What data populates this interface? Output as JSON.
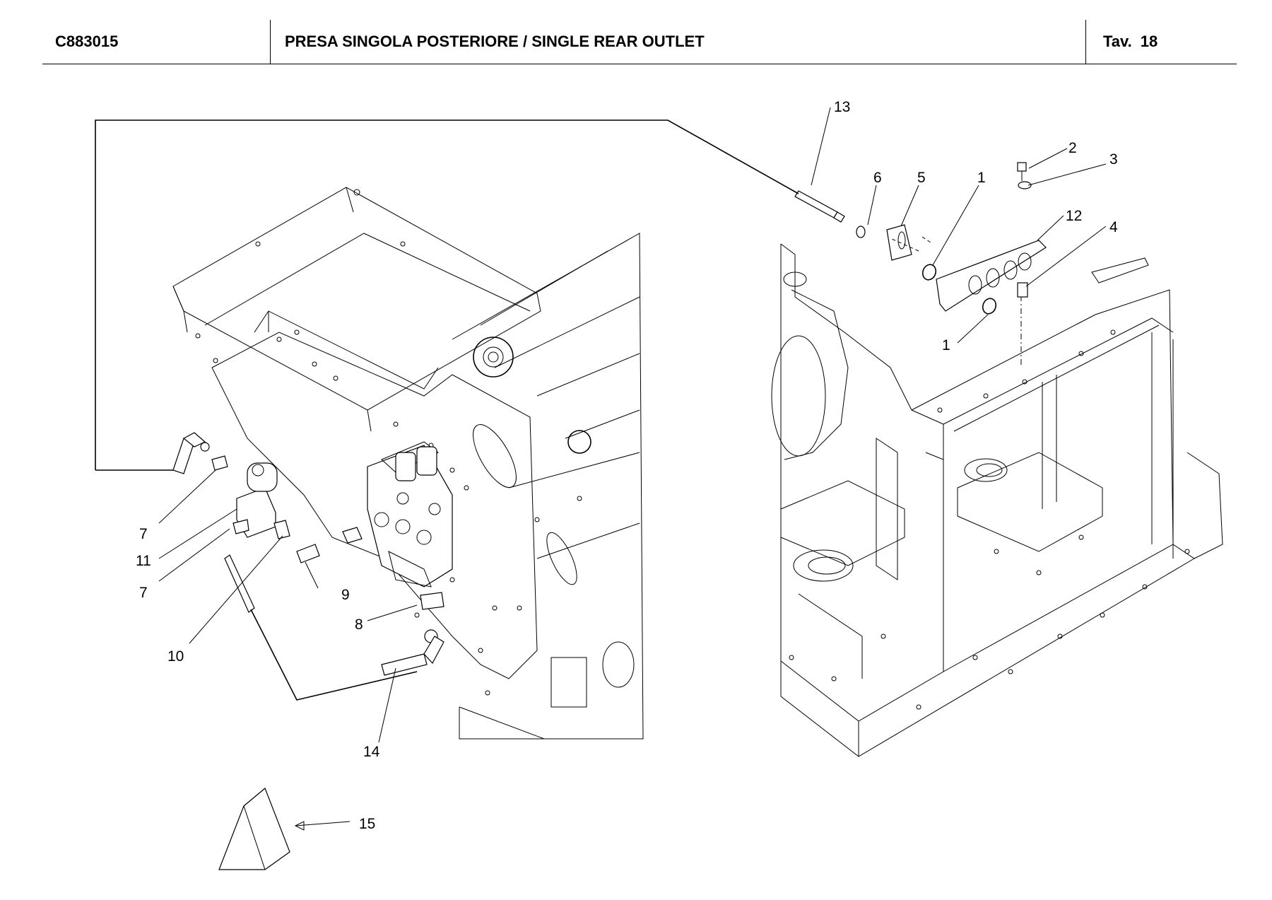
{
  "header": {
    "code": "C883015",
    "title": "PRESA SINGOLA POSTERIORE / SINGLE REAR OUTLET",
    "tav_label": "Tav.",
    "tav_number": "18"
  },
  "callouts": {
    "c13": "13",
    "c6": "6",
    "c5": "5",
    "c1a": "1",
    "c2": "2",
    "c3": "3",
    "c12": "12",
    "c4": "4",
    "c1b": "1",
    "c7a": "7",
    "c11": "11",
    "c7b": "7",
    "c9": "9",
    "c8": "8",
    "c10": "10",
    "c14": "14",
    "c15": "15"
  }
}
